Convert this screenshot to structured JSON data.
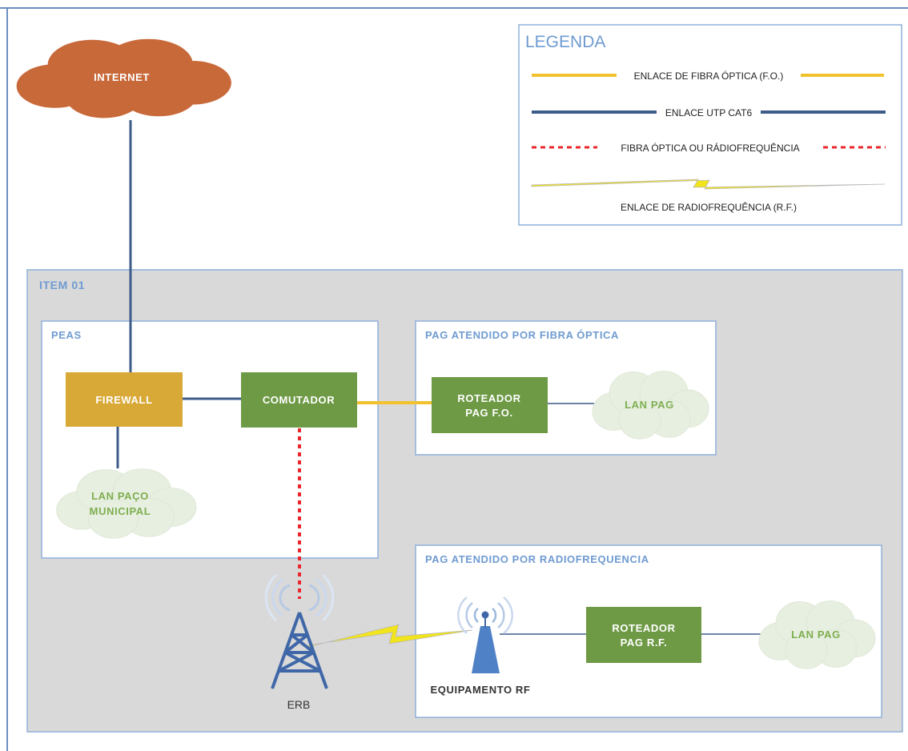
{
  "legend": {
    "title": "LEGENDA",
    "fiber": "ENLACE DE FIBRA ÓPTICA (F.O.)",
    "utp": "ENLACE UTP CAT6",
    "fiber_or_rf": "FIBRA ÓPTICA OU RÁDIOFREQUÊNCIA",
    "rf": "ENLACE DE RADIOFREQUÊNCIA (R.F.)"
  },
  "internet": "INTERNET",
  "item": "ITEM 01",
  "peas": {
    "title": "PEAS",
    "firewall": "FIREWALL",
    "switch": "COMUTADOR",
    "lan_line1": "LAN PAÇO",
    "lan_line2": "MUNICIPAL"
  },
  "pag_fiber": {
    "title": "PAG ATENDIDO POR FIBRA ÓPTICA",
    "router_line1": "ROTEADOR",
    "router_line2": "PAG F.O.",
    "lan": "LAN PAG"
  },
  "pag_rf": {
    "title": "PAG ATENDIDO POR RADIOFREQUENCIA",
    "router_line1": "ROTEADOR",
    "router_line2": "PAG R.F.",
    "lan": "LAN PAG",
    "rf_equipment": "EQUIPAMENTO RF"
  },
  "erb": "ERB",
  "colors": {
    "fiber": "#F2C12E",
    "utp": "#3E5C8A",
    "dashed": "#E8262B",
    "green_box": "#6E9A45",
    "yellow_box": "#D9A937",
    "cloud_orange": "#C8693A",
    "cloud_green": "#E6EFE0",
    "tower_blue": "#3F67A8",
    "frame_blue": "#7FA5D3",
    "title_blue": "#6F9BD1",
    "gray_area": "#D9D9D9"
  }
}
